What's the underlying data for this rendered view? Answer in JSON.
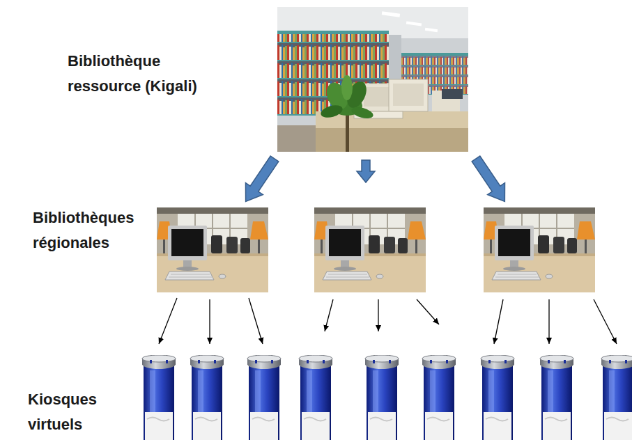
{
  "diagram": {
    "labels": [
      "Bibliothèque ressource (Kigali)",
      "Bibliothèques régionales",
      "Kiosques virtuels"
    ]
  }
}
